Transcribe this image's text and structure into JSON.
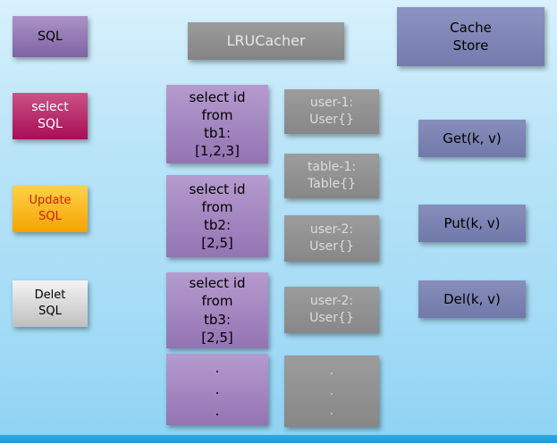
{
  "diagram": {
    "sql_column": {
      "sql": "SQL",
      "select_sql": "select\nSQL",
      "update_sql": "Update\nSQL",
      "delete_sql": "Delet\nSQL"
    },
    "lru_cacher": "LRUCacher",
    "queries": [
      "select id\nfrom\ntb1:\n[1,2,3]",
      "select id\nfrom\ntb2:\n[2,5]",
      "select id\nfrom\ntb3:\n[2,5]",
      ".\n.\n."
    ],
    "cache_entries": [
      "user-1:\nUser{}",
      "table-1:\nTable{}",
      "user-2:\nUser{}",
      "user-2:\nUser{}",
      ".\n.\n."
    ],
    "cache_store": "Cache\nStore",
    "operations": {
      "get": "Get(k, v)",
      "put": "Put(k, v)",
      "del": "Del(k, v)"
    },
    "palette": {
      "background_blue": "#a5dcf6",
      "bottom_strip_blue": "#2fa9e1",
      "purple_node": "#a388bf",
      "magenta_node": "#b92e6e",
      "orange_node": "#fbbc25",
      "silver_node": "#d9d9d9",
      "gray_node": "#909090",
      "slate_node": "#7c84b4"
    }
  }
}
